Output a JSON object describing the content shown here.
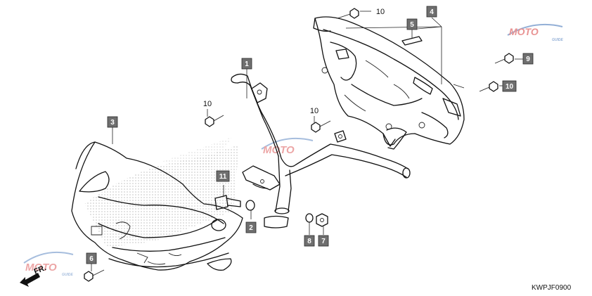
{
  "callouts": {
    "p1": "1",
    "p2": "2",
    "p3": "3",
    "p4": "4",
    "p5": "5",
    "p6": "6",
    "p7": "7",
    "p8": "8",
    "p9": "9",
    "p10_boxed": "10",
    "p11": "11",
    "p10_a": "10",
    "p10_b": "10",
    "p10_c": "10"
  },
  "direction_label": "FR.",
  "diagram_code": "KWPJF0900",
  "watermark": {
    "brand": "MOTO",
    "tagline": "GUIDE",
    "colors": {
      "primary": "#d63a3a",
      "secondary": "#3b6fb6"
    }
  },
  "colors": {
    "callout_fill": "#6f6f6f",
    "line": "#111111"
  }
}
